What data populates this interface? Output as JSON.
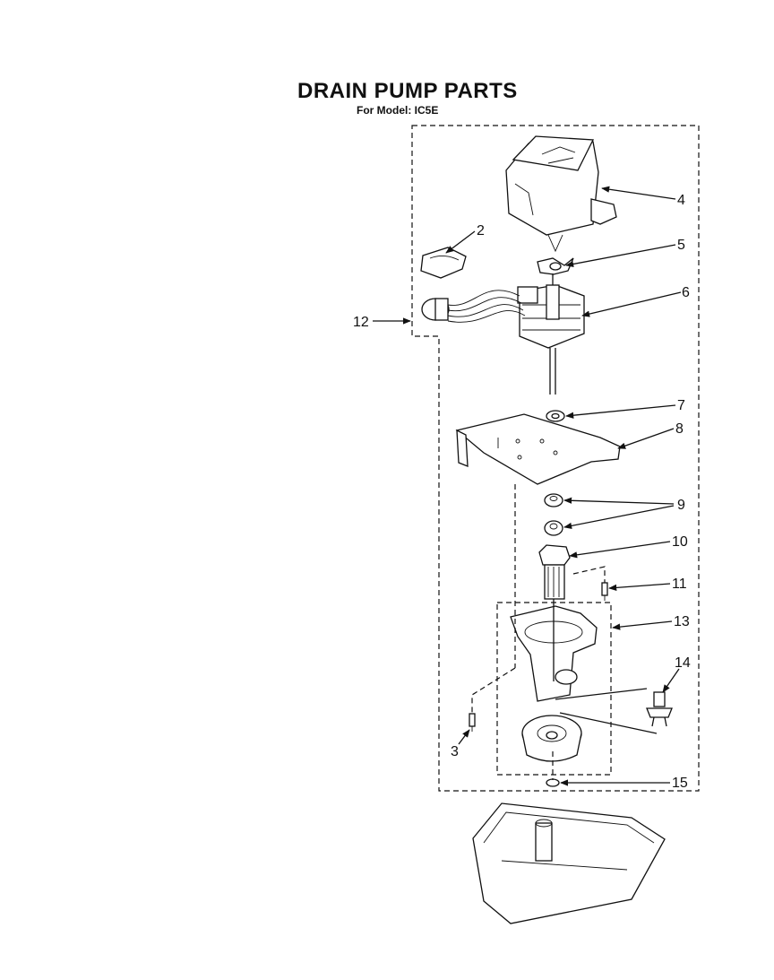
{
  "title": "DRAIN PUMP PARTS",
  "subtitle": "For Model: IC5E",
  "callouts": [
    "2",
    "3",
    "4",
    "5",
    "6",
    "7",
    "8",
    "9",
    "10",
    "11",
    "12",
    "13",
    "14",
    "15"
  ]
}
